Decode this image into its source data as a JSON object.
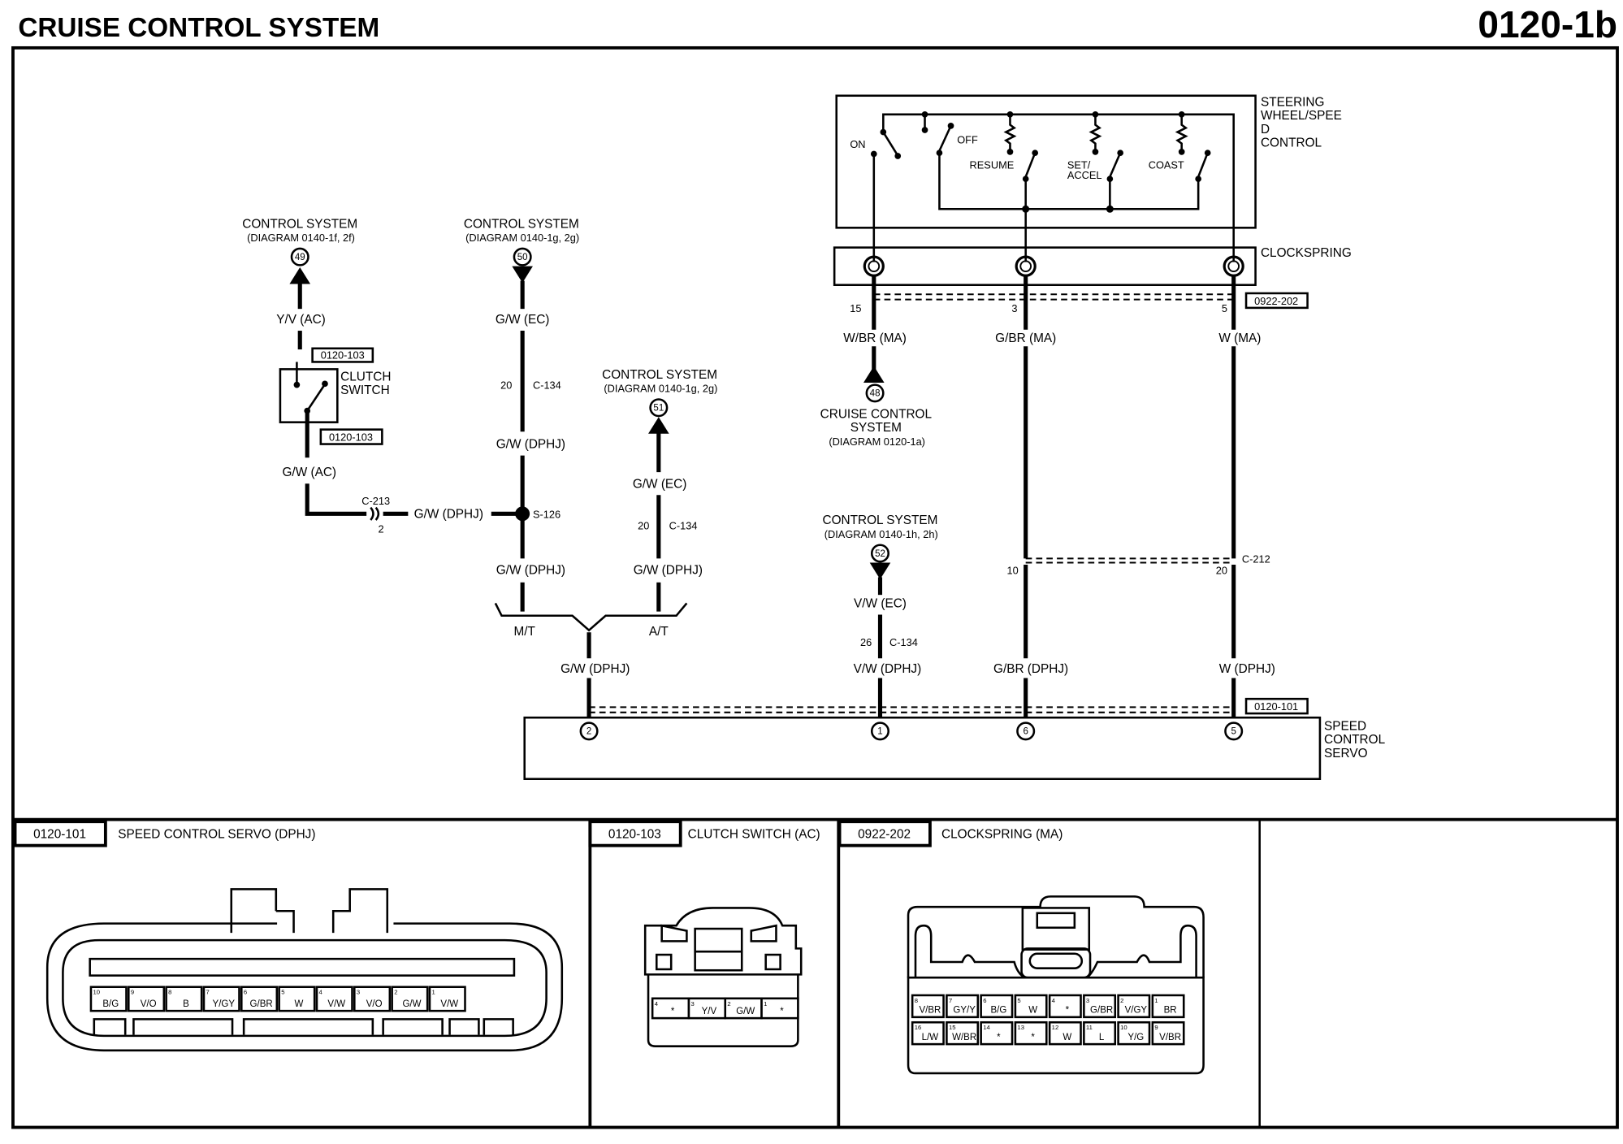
{
  "header": {
    "title": "CRUISE CONTROL SYSTEM",
    "page_id": "0120-1b"
  },
  "components": {
    "steering_switch": {
      "label_lines": [
        "STEERING",
        "WHEEL/SPEE",
        "D",
        "CONTROL"
      ],
      "switches": [
        "ON",
        "OFF",
        "RESUME",
        "SET/",
        "ACCEL",
        "COAST"
      ]
    },
    "clockspring": {
      "label": "CLOCKSPRING",
      "connector": "0922-202",
      "pins": [
        "15",
        "3",
        "5"
      ]
    },
    "clutch_switch": {
      "label_lines": [
        "CLUTCH",
        "SWITCH"
      ],
      "connector_top": "0120-103",
      "connector_bottom": "0120-103"
    },
    "servo": {
      "label_lines": [
        "SPEED",
        "CONTROL",
        "SERVO"
      ],
      "connector": "0120-101",
      "pins": [
        "2",
        "1",
        "6",
        "5"
      ]
    }
  },
  "references": [
    {
      "id": "49",
      "title": "CONTROL SYSTEM",
      "diagram": "(DIAGRAM  0140-1f, 2f)"
    },
    {
      "id": "50",
      "title": "CONTROL SYSTEM",
      "diagram": "(DIAGRAM  0140-1g, 2g)"
    },
    {
      "id": "51",
      "title": "CONTROL SYSTEM",
      "diagram": "(DIAGRAM  0140-1g, 2g)"
    },
    {
      "id": "48",
      "title_lines": [
        "CRUISE CONTROL",
        "SYSTEM"
      ],
      "diagram": "(DIAGRAM  0120-1a)"
    },
    {
      "id": "52",
      "title": "CONTROL SYSTEM",
      "diagram": "(DIAGRAM  0140-1h, 2h)"
    }
  ],
  "wires": {
    "yv_ac": "Y/V (AC)",
    "gw_ac": "G/W (AC)",
    "gw_ec_1": "G/W (EC)",
    "gw_dphj_1": "G/W (DPHJ)",
    "gw_dphj_h": "G/W (DPHJ)",
    "gw_dphj_2": "G/W (DPHJ)",
    "gw_ec_2": "G/W (EC)",
    "gw_dphj_3": "G/W (DPHJ)",
    "gw_dphj_servo": "G/W (DPHJ)",
    "wbr_ma": "W/BR (MA)",
    "gbr_ma": "G/BR (MA)",
    "w_ma": "W (MA)",
    "vw_ec": "V/W (EC)",
    "vw_dphj": "V/W (DPHJ)",
    "gbr_dphj": "G/BR (DPHJ)",
    "w_dphj": "W (DPHJ)"
  },
  "connectors": {
    "c134_a": {
      "pin": "20",
      "name": "C-134"
    },
    "c134_b": {
      "pin": "20",
      "name": "C-134"
    },
    "c134_c": {
      "pin": "26",
      "name": "C-134"
    },
    "c213": {
      "pin": "2",
      "name": "C-213"
    },
    "c212": {
      "pin_left": "10",
      "pin_right": "20",
      "name": "C-212"
    },
    "splice": "S-126"
  },
  "options": {
    "mt": "M/T",
    "at": "A/T"
  },
  "connector_views": [
    {
      "id": "0120-101",
      "title": "SPEED CONTROL SERVO (DPHJ)",
      "pins": [
        {
          "n": "10",
          "c": "B/G"
        },
        {
          "n": "9",
          "c": "V/O"
        },
        {
          "n": "8",
          "c": "B"
        },
        {
          "n": "7",
          "c": "Y/GY"
        },
        {
          "n": "6",
          "c": "G/BR"
        },
        {
          "n": "5",
          "c": "W"
        },
        {
          "n": "4",
          "c": "V/W"
        },
        {
          "n": "3",
          "c": "V/O"
        },
        {
          "n": "2",
          "c": "G/W"
        },
        {
          "n": "1",
          "c": "V/W"
        }
      ]
    },
    {
      "id": "0120-103",
      "title": "CLUTCH SWITCH (AC)",
      "pins": [
        {
          "n": "4",
          "c": "*"
        },
        {
          "n": "3",
          "c": "Y/V"
        },
        {
          "n": "2",
          "c": "G/W"
        },
        {
          "n": "1",
          "c": "*"
        }
      ]
    },
    {
      "id": "0922-202",
      "title": "CLOCKSPRING (MA)",
      "pins_top": [
        {
          "n": "8",
          "c": "V/BR"
        },
        {
          "n": "7",
          "c": "GY/Y"
        },
        {
          "n": "6",
          "c": "B/G"
        },
        {
          "n": "5",
          "c": "W"
        },
        {
          "n": "4",
          "c": "*"
        },
        {
          "n": "3",
          "c": "G/BR"
        },
        {
          "n": "2",
          "c": "V/GY"
        },
        {
          "n": "1",
          "c": "BR"
        }
      ],
      "pins_bottom": [
        {
          "n": "16",
          "c": "L/W"
        },
        {
          "n": "15",
          "c": "W/BR"
        },
        {
          "n": "14",
          "c": "*"
        },
        {
          "n": "13",
          "c": "*"
        },
        {
          "n": "12",
          "c": "W"
        },
        {
          "n": "11",
          "c": "L"
        },
        {
          "n": "10",
          "c": "Y/G"
        },
        {
          "n": "9",
          "c": "V/BR"
        }
      ]
    }
  ]
}
